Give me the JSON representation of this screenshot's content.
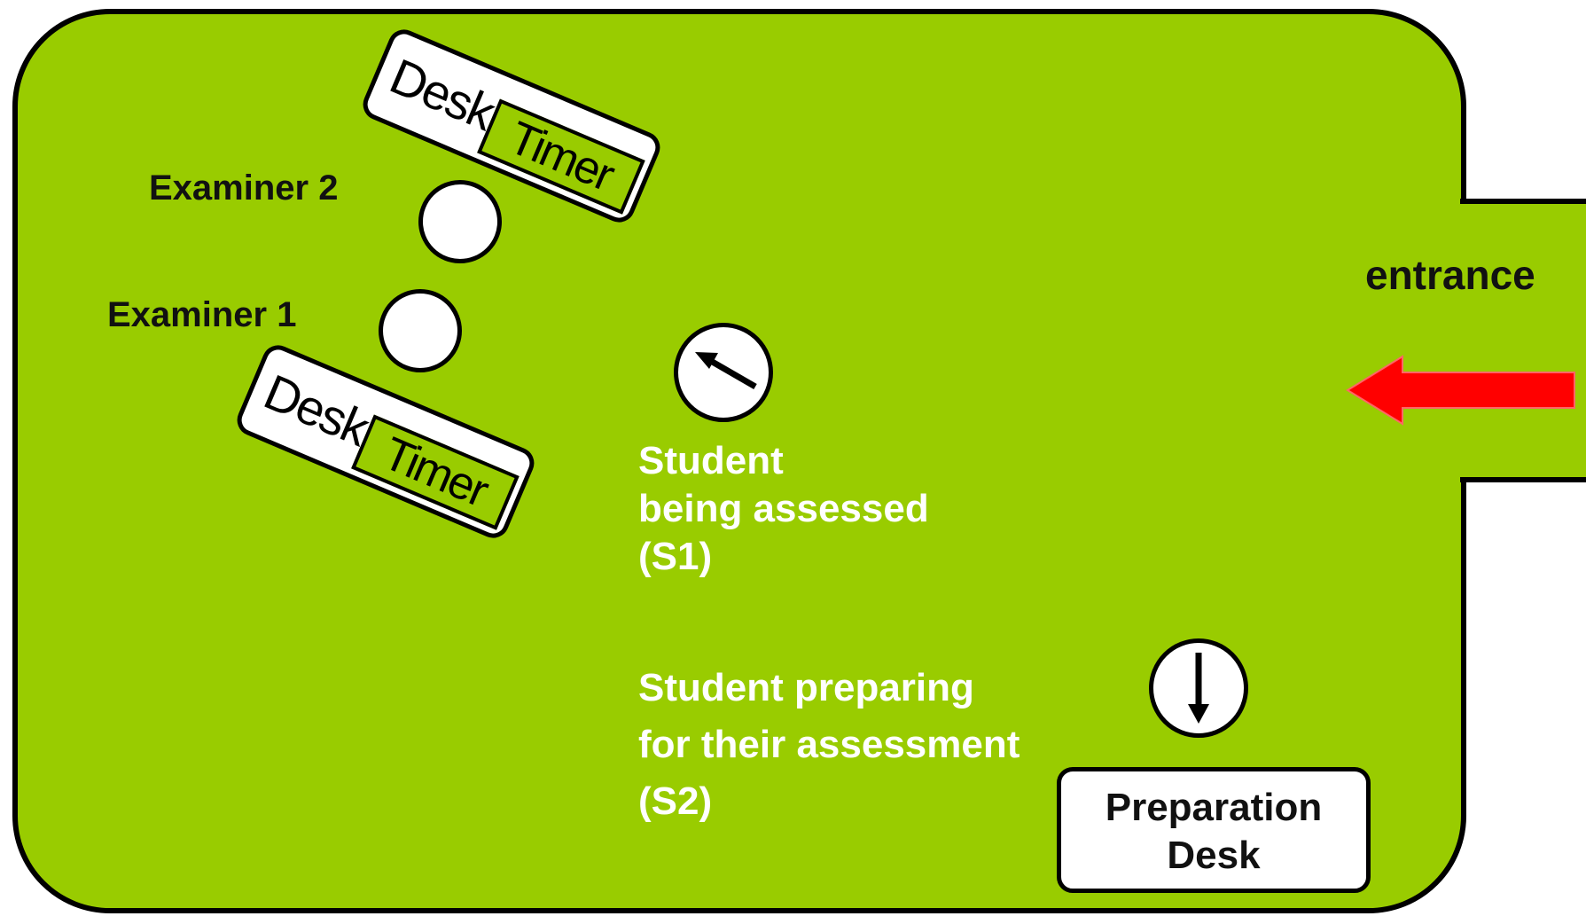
{
  "labels": {
    "entrance": "entrance",
    "examiner_1": "Examiner 1",
    "examiner_2": "Examiner 2",
    "student_s1_line1": "Student",
    "student_s1_line2": "being assessed",
    "student_s1_line3": "(S1)",
    "student_s2_line1": "Student preparing",
    "student_s2_line2": "for their assessment",
    "student_s2_line3": "(S2)"
  },
  "desks": [
    {
      "desk_label": "Desk",
      "timer_label": "Timer"
    },
    {
      "desk_label": "Desk",
      "timer_label": "Timer"
    }
  ],
  "preparation_desk": {
    "line1": "Preparation",
    "line2": "Desk"
  },
  "icons": {
    "entrance_arrow": "left-arrow-icon",
    "s1_direction": "arrow-up-left-icon",
    "s2_direction": "arrow-down-icon"
  },
  "colors": {
    "room": "#99cc00",
    "entrance_arrow": "#ff0000",
    "student_text": "#ffffff"
  }
}
